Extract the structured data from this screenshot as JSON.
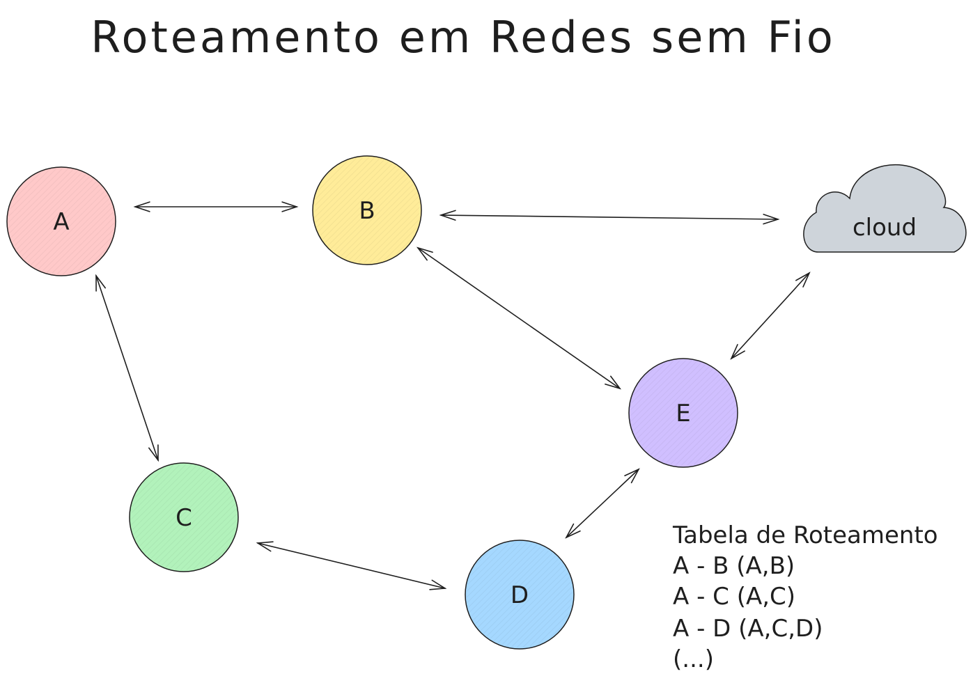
{
  "title": "Roteamento em Redes sem Fio",
  "nodes": [
    {
      "id": "A",
      "label": "A",
      "color": "#ffc9c9"
    },
    {
      "id": "B",
      "label": "B",
      "color": "#ffec99"
    },
    {
      "id": "C",
      "label": "C",
      "color": "#b2f2bb"
    },
    {
      "id": "D",
      "label": "D",
      "color": "#a5d8ff"
    },
    {
      "id": "E",
      "label": "E",
      "color": "#d0bfff"
    }
  ],
  "cloud": {
    "label": "cloud",
    "color": "#ced4da"
  },
  "edges": [
    {
      "from": "A",
      "to": "B",
      "bidirectional": true
    },
    {
      "from": "B",
      "to": "cloud",
      "bidirectional": true
    },
    {
      "from": "B",
      "to": "E",
      "bidirectional": true
    },
    {
      "from": "A",
      "to": "C",
      "bidirectional": true
    },
    {
      "from": "C",
      "to": "D",
      "bidirectional": true
    },
    {
      "from": "D",
      "to": "E",
      "bidirectional": true
    },
    {
      "from": "E",
      "to": "cloud",
      "bidirectional": true
    }
  ],
  "routing_table": {
    "heading": "Tabela de Roteamento",
    "rows": [
      "A - B (A,B)",
      "A - C (A,C)",
      "A - D (A,C,D)",
      "(...)"
    ]
  }
}
